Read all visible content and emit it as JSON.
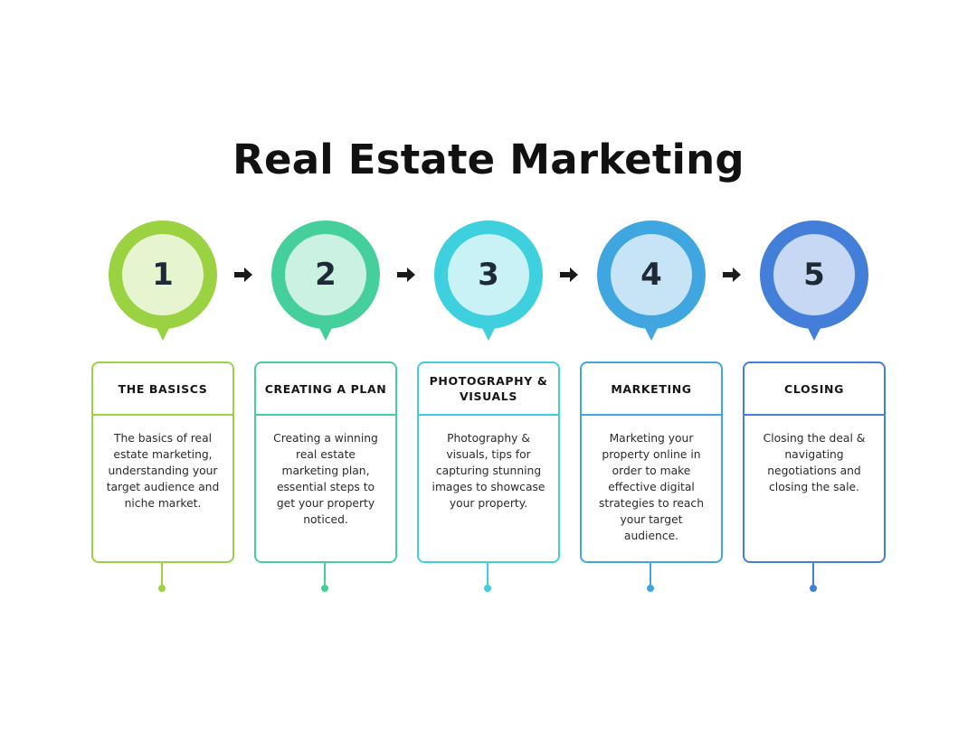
{
  "title": "Real Estate Marketing",
  "steps": [
    {
      "number": "1",
      "heading": "THE BASISCS",
      "body": "The basics of real estate marketing, understanding your target audience and niche market.",
      "color": "#9bd242",
      "inner_color": "#e6f5cf"
    },
    {
      "number": "2",
      "heading": "CREATING A PLAN",
      "body": "Creating a winning real estate marketing plan, essential steps to get your property noticed.",
      "color": "#45cf9b",
      "inner_color": "#cbf1e2"
    },
    {
      "number": "3",
      "heading": "PHOTOGRAPHY & VISUALS",
      "body": "Photography & visuals, tips for capturing stunning images to showcase your property.",
      "color": "#3fd0df",
      "inner_color": "#c9f2f6"
    },
    {
      "number": "4",
      "heading": "MARKETING",
      "body": "Marketing your property online in order to make effective digital strategies to reach your target audience.",
      "color": "#40a6e0",
      "inner_color": "#c6e4f6"
    },
    {
      "number": "5",
      "heading": "CLOSING",
      "body": "Closing the deal & navigating negotiations and closing the sale.",
      "color": "#437fd9",
      "inner_color": "#c6d8f4"
    }
  ]
}
